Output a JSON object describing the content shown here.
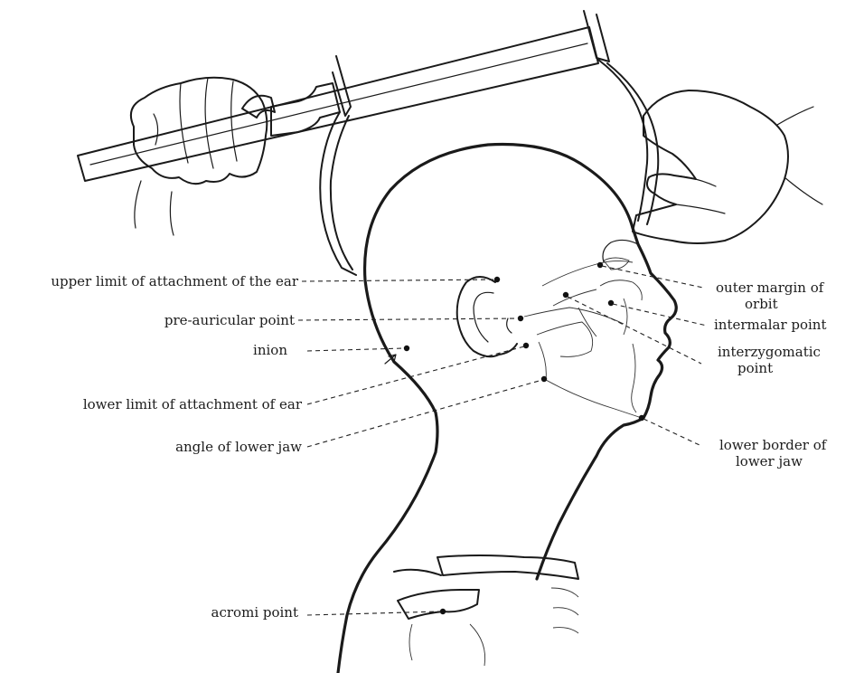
{
  "labels": {
    "upper_limit": "upper limit of attachment of the ear",
    "pre_auricular": "pre-auricular point",
    "inion": "inion",
    "lower_limit": "lower limit of attachment of ear",
    "angle_jaw": "angle of lower jaw",
    "acromi": "acromi point",
    "outer_margin_1": "outer margin of",
    "outer_margin_2": "orbit",
    "intermalar": "intermalar point",
    "interzygomatic_1": "interzygomatic",
    "interzygomatic_2": "point",
    "lower_border_1": "lower border of",
    "lower_border_2": "lower jaw"
  },
  "colors": {
    "ink": "#1a1a1a",
    "background": "#ffffff"
  }
}
